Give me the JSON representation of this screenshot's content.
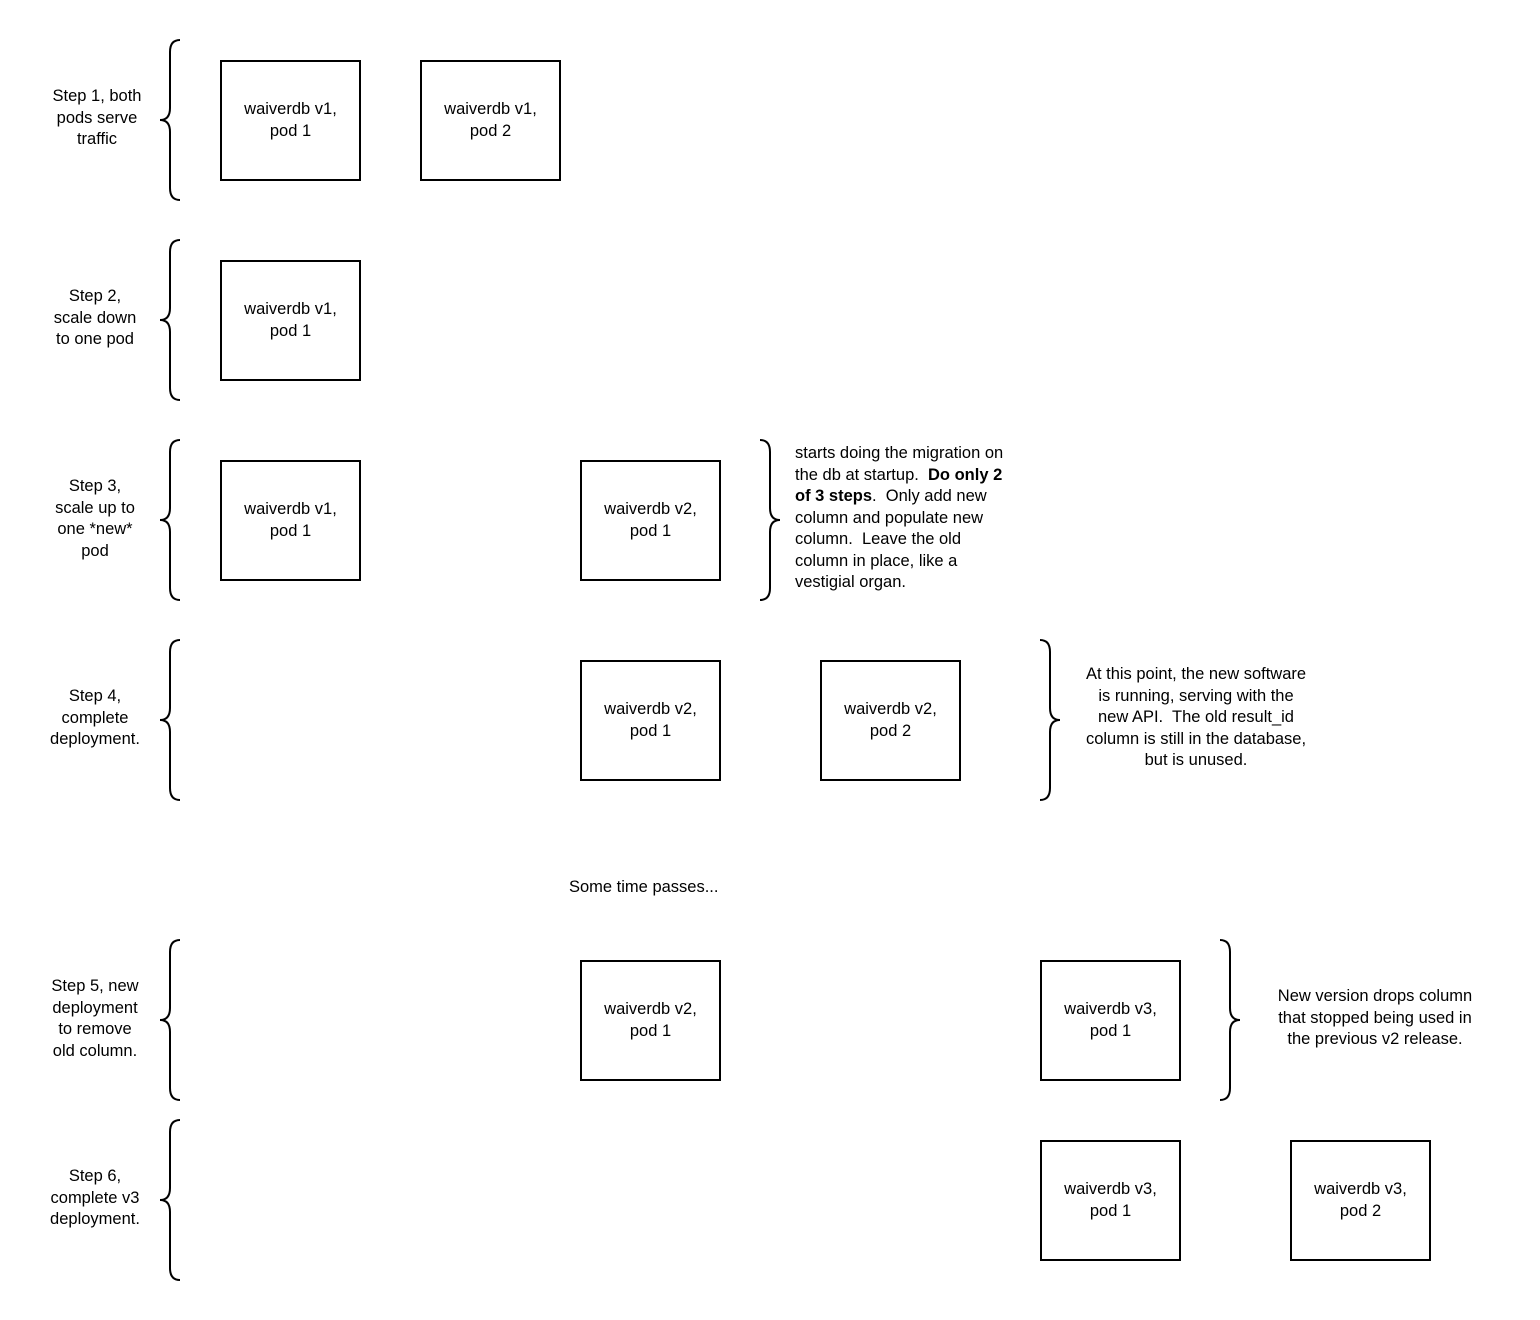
{
  "steps": {
    "s1": {
      "label": "Step 1, both\npods serve\ntraffic"
    },
    "s2": {
      "label": "Step 2,\nscale down\nto one pod"
    },
    "s3": {
      "label": "Step 3,\nscale up to\none *new*\npod"
    },
    "s4": {
      "label": "Step 4,\ncomplete\ndeployment."
    },
    "s5": {
      "label": "Step 5, new\ndeployment\nto remove\nold column."
    },
    "s6": {
      "label": "Step 6,\ncomplete v3\ndeployment."
    }
  },
  "pods": {
    "v1_pod1": "waiverdb v1,\npod 1",
    "v1_pod2": "waiverdb v1,\npod 2",
    "v2_pod1": "waiverdb v2,\npod 1",
    "v2_pod2": "waiverdb v2,\npod 2",
    "v3_pod1": "waiverdb v3,\npod 1",
    "v3_pod2": "waiverdb v3,\npod 2"
  },
  "notes": {
    "step3": {
      "line1": "starts doing the migration on",
      "line2a": "the db at startup.  ",
      "line2b": "Do only 2",
      "line3a": "of 3 steps",
      "line3b": ".  Only add new",
      "line4": "column and populate new",
      "line5": "column.  Leave the old",
      "line6": "column in place, like a",
      "line7": "vestigial organ."
    },
    "step4": "At this point, the new software\nis running, serving with the\nnew API.  The old result_id\ncolumn is still in the database,\nbut is unused.",
    "interlude": "Some time passes...",
    "step5": "New version drops column\nthat stopped being used in\nthe previous v2 release."
  }
}
